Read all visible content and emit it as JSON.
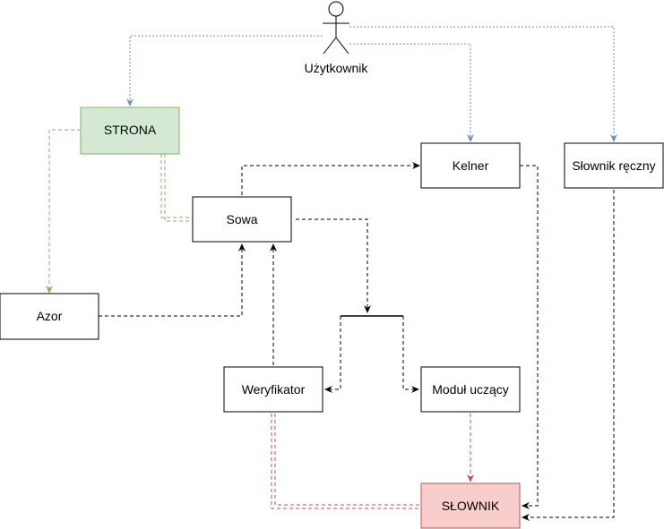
{
  "diagram": {
    "actor": {
      "label": "Użytkownik"
    },
    "nodes": {
      "strona": {
        "label": "STRONA",
        "fill": "#d5e8d4",
        "stroke": "#82b366"
      },
      "kelner": {
        "label": "Kelner",
        "fill": "#ffffff",
        "stroke": "#000000"
      },
      "slownik_reczny": {
        "label": "Słownik ręczny",
        "fill": "#ffffff",
        "stroke": "#000000"
      },
      "sowa": {
        "label": "Sowa",
        "fill": "#ffffff",
        "stroke": "#000000"
      },
      "azor": {
        "label": "Azor",
        "fill": "#ffffff",
        "stroke": "#000000"
      },
      "weryfikator": {
        "label": "Weryfikator",
        "fill": "#ffffff",
        "stroke": "#000000"
      },
      "modul_uczacy": {
        "label": "Moduł uczący",
        "fill": "#ffffff",
        "stroke": "#000000"
      },
      "slownik": {
        "label": "SŁOWNIK",
        "fill": "#f8cecc",
        "stroke": "#b85450"
      }
    },
    "edge_colors": {
      "blue": "#6c8ebf",
      "green": "#82b366",
      "red": "#b85450",
      "black": "#000000"
    }
  }
}
